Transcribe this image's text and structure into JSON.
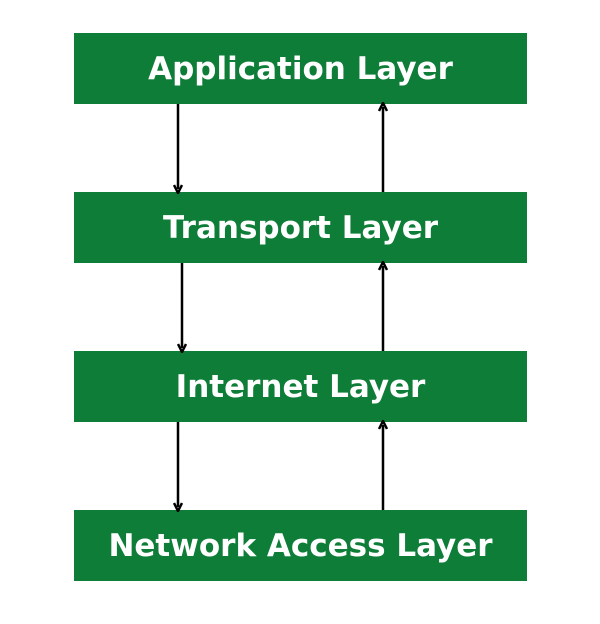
{
  "diagram": {
    "layers": [
      {
        "id": "application",
        "label": "Application Layer"
      },
      {
        "id": "transport",
        "label": "Transport Layer"
      },
      {
        "id": "internet",
        "label": "Internet Layer"
      },
      {
        "id": "network-access",
        "label": "Network Access Layer"
      }
    ],
    "flows": [
      {
        "direction": "down",
        "from": "application",
        "to": "transport"
      },
      {
        "direction": "up",
        "from": "transport",
        "to": "application"
      },
      {
        "direction": "down",
        "from": "transport",
        "to": "internet"
      },
      {
        "direction": "up",
        "from": "internet",
        "to": "transport"
      },
      {
        "direction": "down",
        "from": "internet",
        "to": "network-access"
      },
      {
        "direction": "up",
        "from": "network-access",
        "to": "internet"
      }
    ]
  },
  "colors": {
    "box_fill": "#0d7d37",
    "box_text": "#ffffff",
    "arrow": "#000000",
    "background": "#ffffff"
  }
}
